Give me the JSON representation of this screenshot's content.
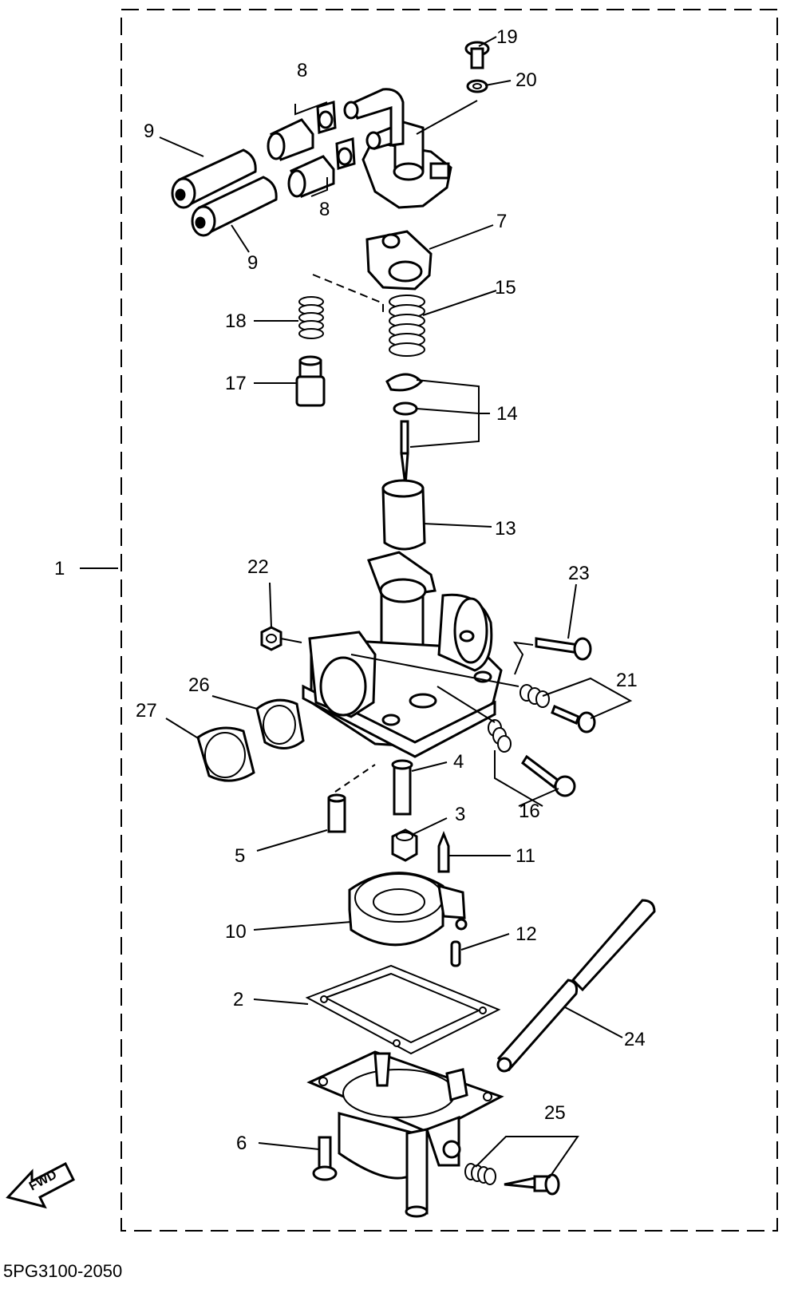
{
  "labels": {
    "l1": "1",
    "l2": "2",
    "l3": "3",
    "l4": "4",
    "l5": "5",
    "l6": "6",
    "l7": "7",
    "l8a": "8",
    "l8b": "8",
    "l9a": "9",
    "l9b": "9",
    "l10": "10",
    "l11": "11",
    "l12": "12",
    "l13": "13",
    "l14": "14",
    "l15": "15",
    "l16": "16",
    "l17": "17",
    "l18": "18",
    "l19": "19",
    "l20": "20",
    "l21": "21",
    "l22": "22",
    "l23": "23",
    "l24": "24",
    "l25": "25",
    "l26": "26",
    "l27": "27"
  },
  "fwd_label": "FWD",
  "drawing_code": "5PG3100-2050"
}
